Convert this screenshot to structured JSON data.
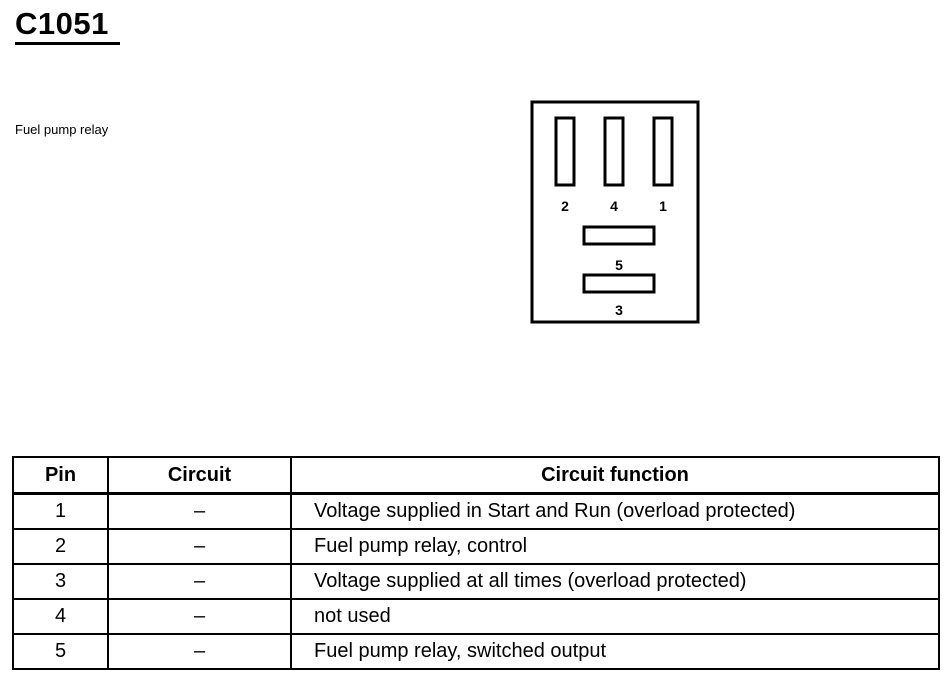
{
  "header": {
    "connector_id": "C1051",
    "description": "Fuel pump relay"
  },
  "connector": {
    "pin_labels": [
      "2",
      "4",
      "1",
      "5",
      "3"
    ]
  },
  "table": {
    "columns": [
      "Pin",
      "Circuit",
      "Circuit function"
    ],
    "rows": [
      {
        "pin": "1",
        "circuit": "–",
        "function": "Voltage supplied in Start and Run (overload protected)"
      },
      {
        "pin": "2",
        "circuit": "–",
        "function": "Fuel pump relay, control"
      },
      {
        "pin": "3",
        "circuit": "–",
        "function": "Voltage supplied at all times (overload protected)"
      },
      {
        "pin": "4",
        "circuit": "–",
        "function": "not used"
      },
      {
        "pin": "5",
        "circuit": "–",
        "function": "Fuel pump relay, switched output"
      }
    ]
  }
}
